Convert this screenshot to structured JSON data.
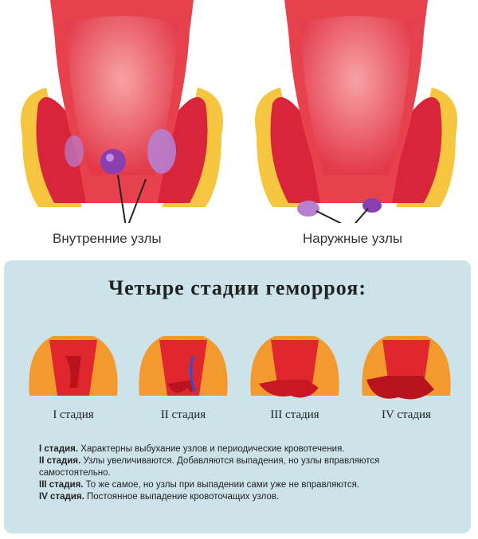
{
  "anatomy": {
    "internal_label": "Внутренние узлы",
    "external_label": "Наружные узлы"
  },
  "panel": {
    "title": "Четыре стадии геморроя:",
    "stages": [
      {
        "label": "I стадия"
      },
      {
        "label": "II стадия"
      },
      {
        "label": "III стадия"
      },
      {
        "label": "IV стадия"
      }
    ],
    "descriptions": [
      {
        "head": "I стадия.",
        "text": " Характерны выбухание узлов и периодические кровотечения."
      },
      {
        "head": "II стадия.",
        "text": " Узлы увеличиваются. Добавляются выпадения, но узлы вправляются самостоятельно."
      },
      {
        "head": "III стадия.",
        "text": " То же самое, но узлы при выпадении сами уже не вправляются."
      },
      {
        "head": "IV стадия.",
        "text": " Постоянное выпадение кровоточащих узлов."
      }
    ]
  },
  "colors": {
    "tissue_red": "#d8253a",
    "tissue_pink": "#f07a84",
    "fat_yellow": "#f6c640",
    "vessel_purple": "#8a4aa8",
    "panel_bg": "#cde3ea"
  }
}
